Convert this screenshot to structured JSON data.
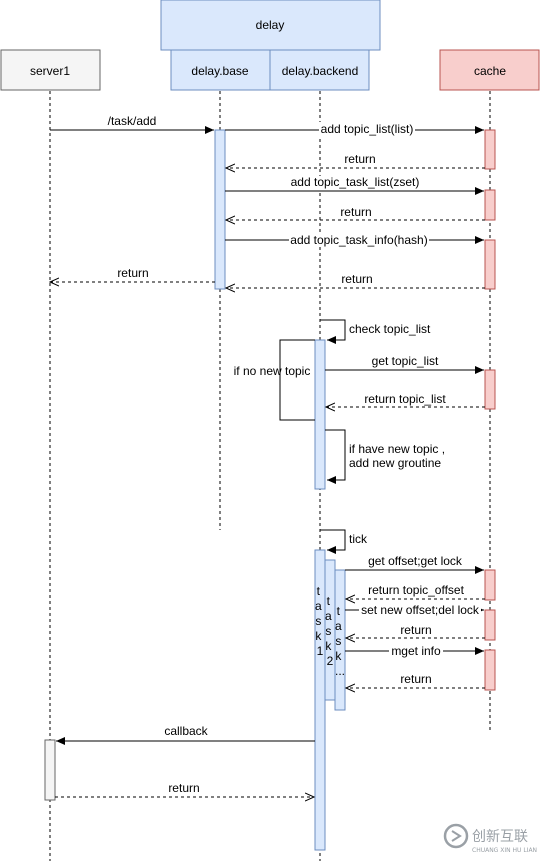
{
  "participants": {
    "group": "delay",
    "server1": "server1",
    "base": "delay.base",
    "backend": "delay.backend",
    "cache": "cache"
  },
  "messages": {
    "task_add": "/task/add",
    "add_topic_list": "add topic_list(list)",
    "return_1": "return",
    "add_topic_task_list": "add topic_task_list(zset)",
    "return_2": "return",
    "add_topic_task_info": "add topic_task_info(hash)",
    "return_3": "return",
    "return_server": "return",
    "check_topic_list": "check topic_list",
    "if_no_new_topic": "if no new topic",
    "get_topic_list": "get topic_list",
    "return_topic_list": "return topic_list",
    "if_have_new_topic_l1": "if have new topic ,",
    "if_have_new_topic_l2": "add new groutine",
    "tick": "tick",
    "get_offset": "get offset;get lock",
    "return_topic_offset": "return topic_offset",
    "set_new_offset": "set new offset;del lock",
    "return_4": "return",
    "mget_info": "mget info",
    "return_5": "return",
    "callback": "callback",
    "return_callback": "return"
  },
  "tasks": {
    "task1": [
      "t",
      "a",
      "s",
      "k",
      "1"
    ],
    "task2": [
      "t",
      "a",
      "s",
      "k",
      "2"
    ],
    "task3": [
      "t",
      "a",
      "s",
      "k",
      "..."
    ]
  },
  "watermark": {
    "cn": "创新互联",
    "en": "CHUANG XIN HU LIAN"
  },
  "colors": {
    "group_fill": "#dae8fc",
    "group_stroke": "#6c8ebf",
    "server_fill": "#f5f5f5",
    "server_stroke": "#666666",
    "cache_fill": "#f8cecc",
    "cache_stroke": "#b85450"
  }
}
